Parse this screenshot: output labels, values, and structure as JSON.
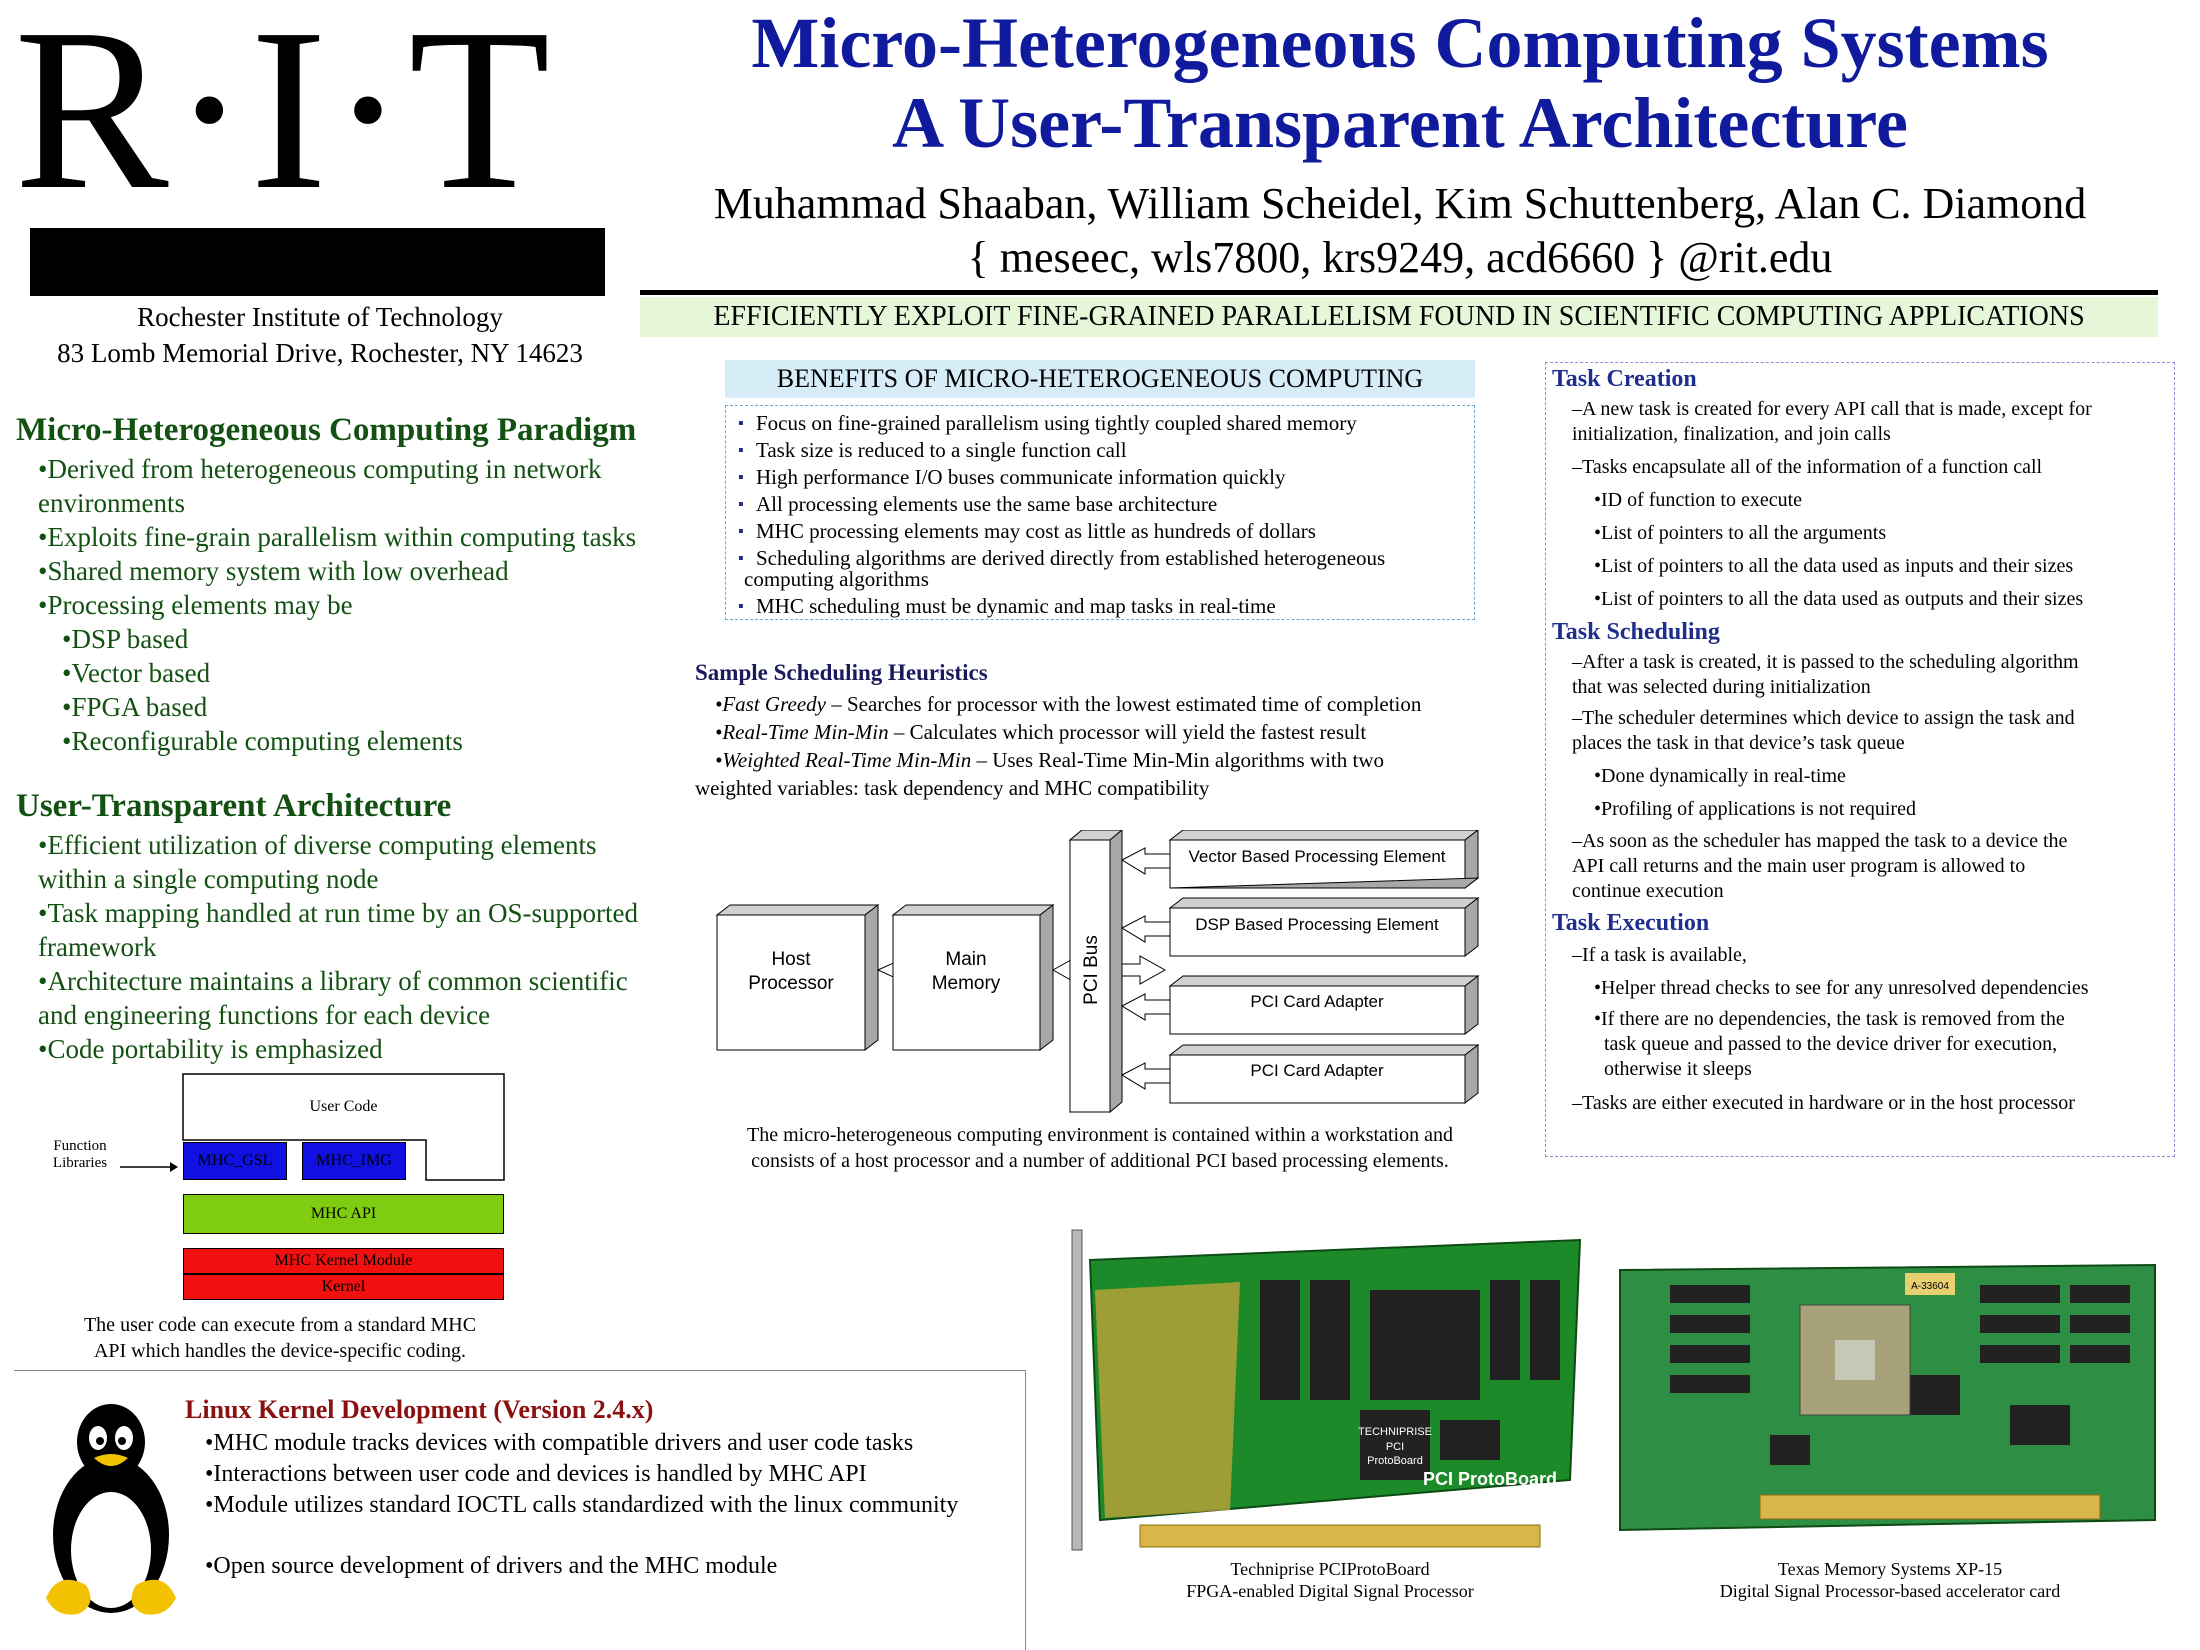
{
  "logo": {
    "text": "R·I·T"
  },
  "institution": {
    "name": "Rochester Institute of Technology",
    "address": "83 Lomb Memorial Drive, Rochester, NY 14623"
  },
  "header": {
    "title_line1": "Micro-Heterogeneous Computing Systems",
    "title_line2": "A User-Transparent Architecture",
    "authors": "Muhammad Shaaban, William Scheidel, Kim Schuttenberg, Alan C. Diamond",
    "emails": "{ meseec, wls7800, krs9249, acd6660 } @rit.edu",
    "banner": "EFFICIENTLY EXPLOIT FINE-GRAINED PARALLELISM FOUND IN SCIENTIFIC COMPUTING APPLICATIONS"
  },
  "paradigm": {
    "title": "Micro-Heterogeneous Computing Paradigm",
    "items": [
      "•Derived from heterogeneous computing in network",
      "environments",
      "•Exploits fine-grain parallelism within computing tasks",
      "•Shared memory system with low overhead",
      "•Processing elements may be",
      "•DSP based",
      "•Vector based",
      "•FPGA based",
      "•Reconfigurable computing elements"
    ]
  },
  "architecture": {
    "title": "User-Transparent Architecture",
    "items": [
      "•Efficient utilization of diverse computing elements",
      "within a single computing node",
      "•Task mapping handled at run time by an OS-supported",
      "framework",
      "•Architecture maintains a library of common scientific",
      "and engineering functions for each device",
      "•Code portability is emphasized"
    ],
    "diagram": {
      "user_code": "User Code",
      "function_libraries_1": "Function",
      "function_libraries_2": "Libraries",
      "lib1": "MHC_GSL",
      "lib2": "MHC_IMG",
      "api": "MHC API",
      "kernel_module": "MHC Kernel Module",
      "kernel": "Kernel",
      "color_lib": "#1010e0",
      "color_api": "#80cc10",
      "color_kernel": "#f01010"
    },
    "caption_line1": "The user code can execute from a standard MHC",
    "caption_line2": "API which handles the device-specific coding."
  },
  "benefits": {
    "title": "BENEFITS OF MICRO-HETEROGENEOUS COMPUTING",
    "items": [
      "Focus on fine-grained parallelism using tightly coupled shared memory",
      "Task size is reduced to a single function call",
      "High performance I/O buses communicate information quickly",
      "All processing elements use the same base architecture",
      "MHC processing elements may cost as little as hundreds of dollars",
      "Scheduling algorithms are derived directly from established heterogeneous",
      "computing algorithms",
      "MHC scheduling must be dynamic and map tasks in real-time"
    ]
  },
  "heuristics": {
    "title": "Sample Scheduling Heuristics",
    "h1_name": "•Fast Greedy",
    "h1_desc": " – Searches for processor with the lowest estimated time of completion",
    "h2_name": "•Real-Time Min-Min",
    "h2_desc": " – Calculates which processor will yield the fastest result",
    "h3_name": "•Weighted Real-Time Min-Min",
    "h3_desc": " – Uses Real-Time Min-Min algorithms with two",
    "h3_cont": "weighted variables: task dependency and MHC compatibility"
  },
  "system_diagram": {
    "host_1": "Host",
    "host_2": "Processor",
    "memory_1": "Main",
    "memory_2": "Memory",
    "bus": "PCI Bus",
    "pe1": "Vector Based Processing Element",
    "pe2": "DSP Based Processing Element",
    "pe3": "PCI Card Adapter",
    "pe4": "PCI Card Adapter",
    "caption_line1": "The micro-heterogeneous computing environment is contained within a workstation and",
    "caption_line2": "consists of a host processor and a number of additional PCI based processing elements."
  },
  "tasks": {
    "creation_title": "Task Creation",
    "creation": [
      "–A new task is created for every API call that is made, except for",
      "initialization, finalization, and join calls",
      "–Tasks encapsulate all of the information of a function call",
      "•ID of function to execute",
      "•List of pointers to all the arguments",
      "•List of pointers to all the data used as inputs and their sizes",
      "•List of pointers to all the data used as outputs and their sizes"
    ],
    "scheduling_title": "Task Scheduling",
    "scheduling": [
      "–After a task is created, it is passed to the scheduling algorithm",
      "that was selected during initialization",
      "–The scheduler determines which device to assign the task and",
      "places the task in that device’s task queue",
      "•Done dynamically in real-time",
      "•Profiling of applications is not required",
      "–As soon as the scheduler has mapped the task to a device the",
      "API call returns and the main user program is allowed to",
      "continue execution"
    ],
    "execution_title": "Task Execution",
    "execution": [
      "–If a task is available,",
      "•Helper thread checks to see for any unresolved dependencies",
      "•If there are no dependencies, the task is removed from the",
      "task queue and passed to the device driver for execution,",
      "otherwise it sleeps",
      "–Tasks are either executed in hardware or in the host processor"
    ]
  },
  "linux": {
    "title": "Linux Kernel Development (Version 2.4.x)",
    "items": [
      "•MHC module tracks devices with compatible drivers and user code tasks",
      "•Interactions between user code and devices is handled by MHC API",
      "•Module utilizes standard IOCTL calls standardized with the linux community",
      "•Open source development of drivers and the MHC module"
    ]
  },
  "boards": {
    "board1_label": "PCI ProtoBoard",
    "board1_chip_1": "TECHNIPRISE",
    "board1_chip_2": "PCI",
    "board1_chip_3": "ProtoBoard",
    "board1_caption_1": "Techniprise PCIProtoBoard",
    "board1_caption_2": "FPGA-enabled Digital Signal Processor",
    "board2_chip": "A-33604",
    "board2_caption_1": "Texas Memory Systems XP-15",
    "board2_caption_2": "Digital Signal Processor-based accelerator card"
  }
}
